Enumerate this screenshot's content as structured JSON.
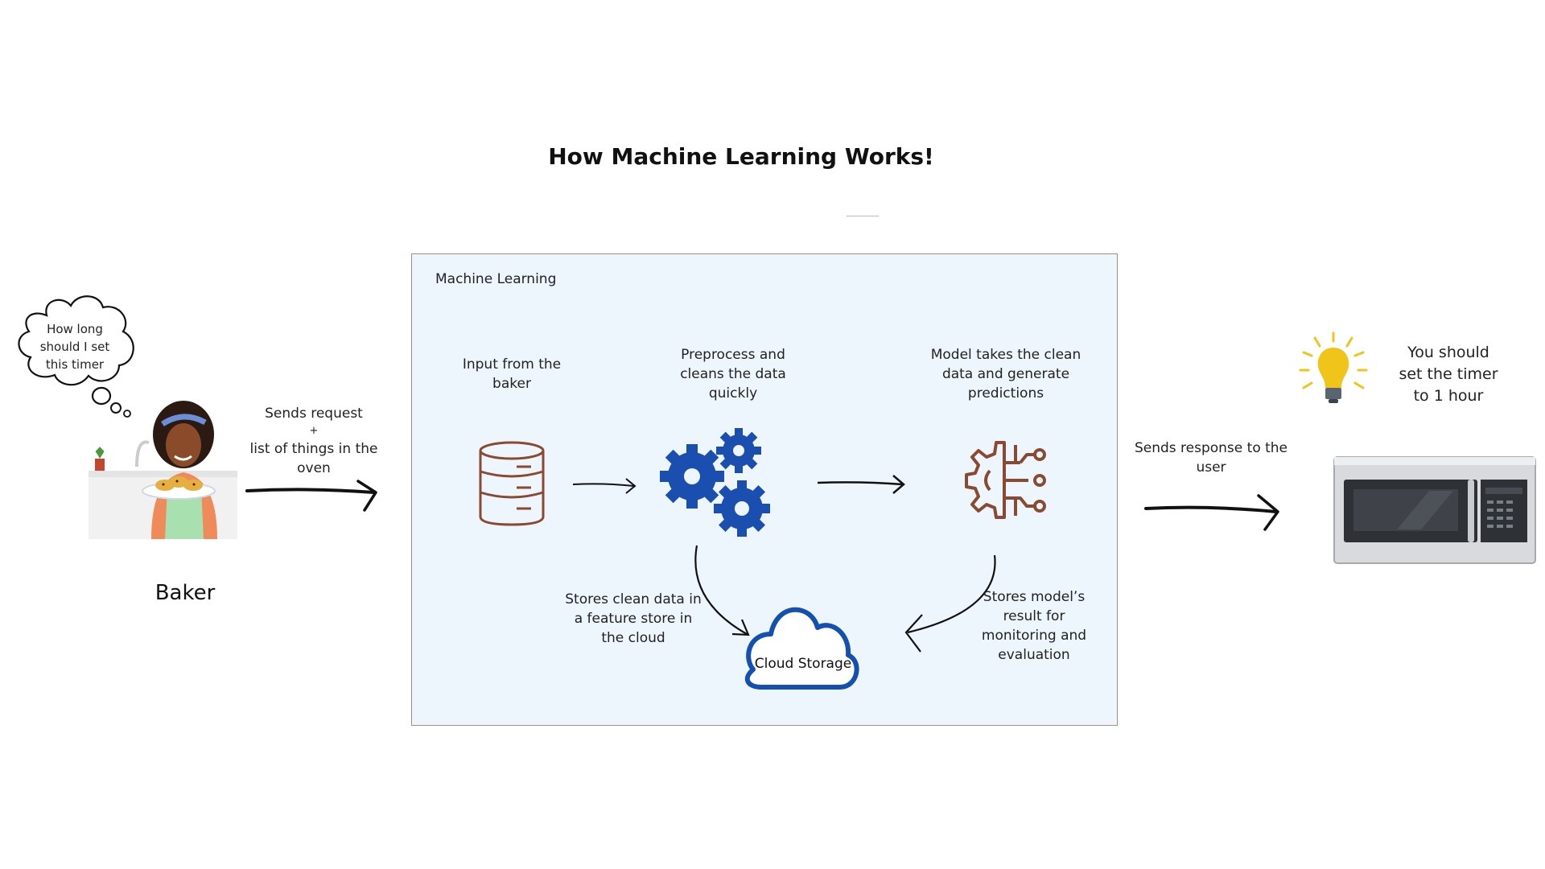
{
  "title": "How Machine Learning Works!",
  "ml_box": {
    "title": "Machine Learning"
  },
  "baker": {
    "thought": [
      "How long",
      "should I set",
      "this timer"
    ],
    "name": "Baker"
  },
  "request_label": [
    "Sends request",
    "+",
    "list of things in the",
    "oven"
  ],
  "steps": {
    "input": [
      "Input from the",
      "baker"
    ],
    "preprocess": [
      "Preprocess and",
      "cleans the data",
      "quickly"
    ],
    "model": [
      "Model takes the clean",
      "data and generate",
      "predictions"
    ]
  },
  "store_clean": [
    "Stores clean data in",
    "a feature store in",
    "the cloud"
  ],
  "store_model": [
    "Stores model’s",
    "result for",
    "monitoring and",
    "evaluation"
  ],
  "cloud_storage": "Cloud Storage",
  "response_label": [
    "Sends response to the",
    "user"
  ],
  "answer": [
    "You should",
    "set the timer",
    "to 1 hour"
  ],
  "colors": {
    "accent_brown": "#8a4a32",
    "gear_blue": "#1a4fb0",
    "cloud_blue": "#1450b0",
    "bulb_yellow": "#f0c419",
    "box_fill": "#eef6fd"
  }
}
